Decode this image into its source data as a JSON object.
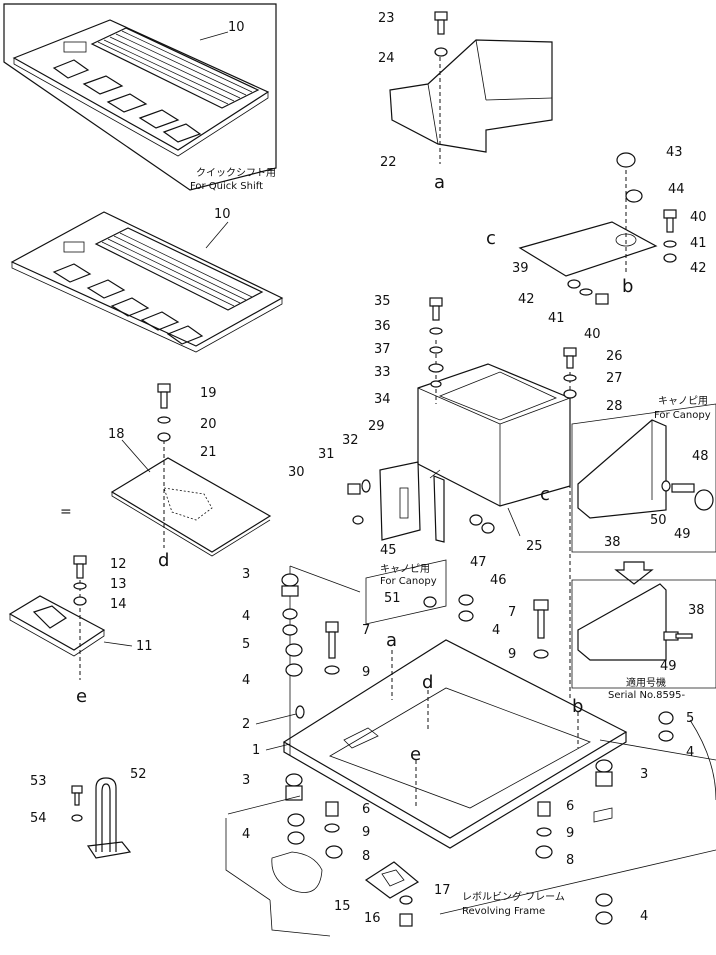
{
  "labels": {
    "p1": "1",
    "p2": "2",
    "p3a": "3",
    "p3b": "3",
    "p3c": "3",
    "p4a": "4",
    "p4b": "4",
    "p4c": "4",
    "p4d": "4",
    "p4e": "4",
    "p4f": "4",
    "p5a": "5",
    "p5b": "5",
    "p6a": "6",
    "p6b": "6",
    "p7a": "7",
    "p7b": "7",
    "p8a": "8",
    "p8b": "8",
    "p9a": "9",
    "p9b": "9",
    "p9c": "9",
    "p9d": "9",
    "p10a": "10",
    "p10b": "10",
    "p11": "11",
    "p12": "12",
    "p13": "13",
    "p14": "14",
    "p15": "15",
    "p16": "16",
    "p17": "17",
    "p18": "18",
    "p19": "19",
    "p20": "20",
    "p21": "21",
    "p22": "22",
    "p23": "23",
    "p24": "24",
    "p25": "25",
    "p26": "26",
    "p27": "27",
    "p28": "28",
    "p29": "29",
    "p30": "30",
    "p31": "31",
    "p32": "32",
    "p33": "33",
    "p34": "34",
    "p35": "35",
    "p36": "36",
    "p37": "37",
    "p38a": "38",
    "p38b": "38",
    "p39": "39",
    "p40a": "40",
    "p40b": "40",
    "p41a": "41",
    "p41b": "41",
    "p42a": "42",
    "p42b": "42",
    "p43": "43",
    "p44": "44",
    "p45": "45",
    "p46": "46",
    "p47": "47",
    "p48": "48",
    "p49a": "49",
    "p49b": "49",
    "p50": "50",
    "p51": "51",
    "p52": "52",
    "p53": "53",
    "p54": "54"
  },
  "connectors": {
    "a1": "a",
    "a2": "a",
    "b1": "b",
    "b2": "b",
    "c1": "c",
    "c2": "c",
    "d1": "d",
    "d2": "d",
    "e1": "e",
    "e2": "e"
  },
  "captions": {
    "quick_shift_jp": "クイックシフト用",
    "quick_shift_en": "For Quick Shift",
    "canopy_jp_1": "キャノピ用",
    "canopy_en_1": "For Canopy",
    "canopy_jp_2": "キャノピ用",
    "canopy_en_2": "For Canopy",
    "serial_jp": "適用号機",
    "serial_en": "Serial No.8595-",
    "frame_jp": "レボルビング フレーム",
    "frame_en": "Revolving Frame",
    "dash_mark": "="
  }
}
